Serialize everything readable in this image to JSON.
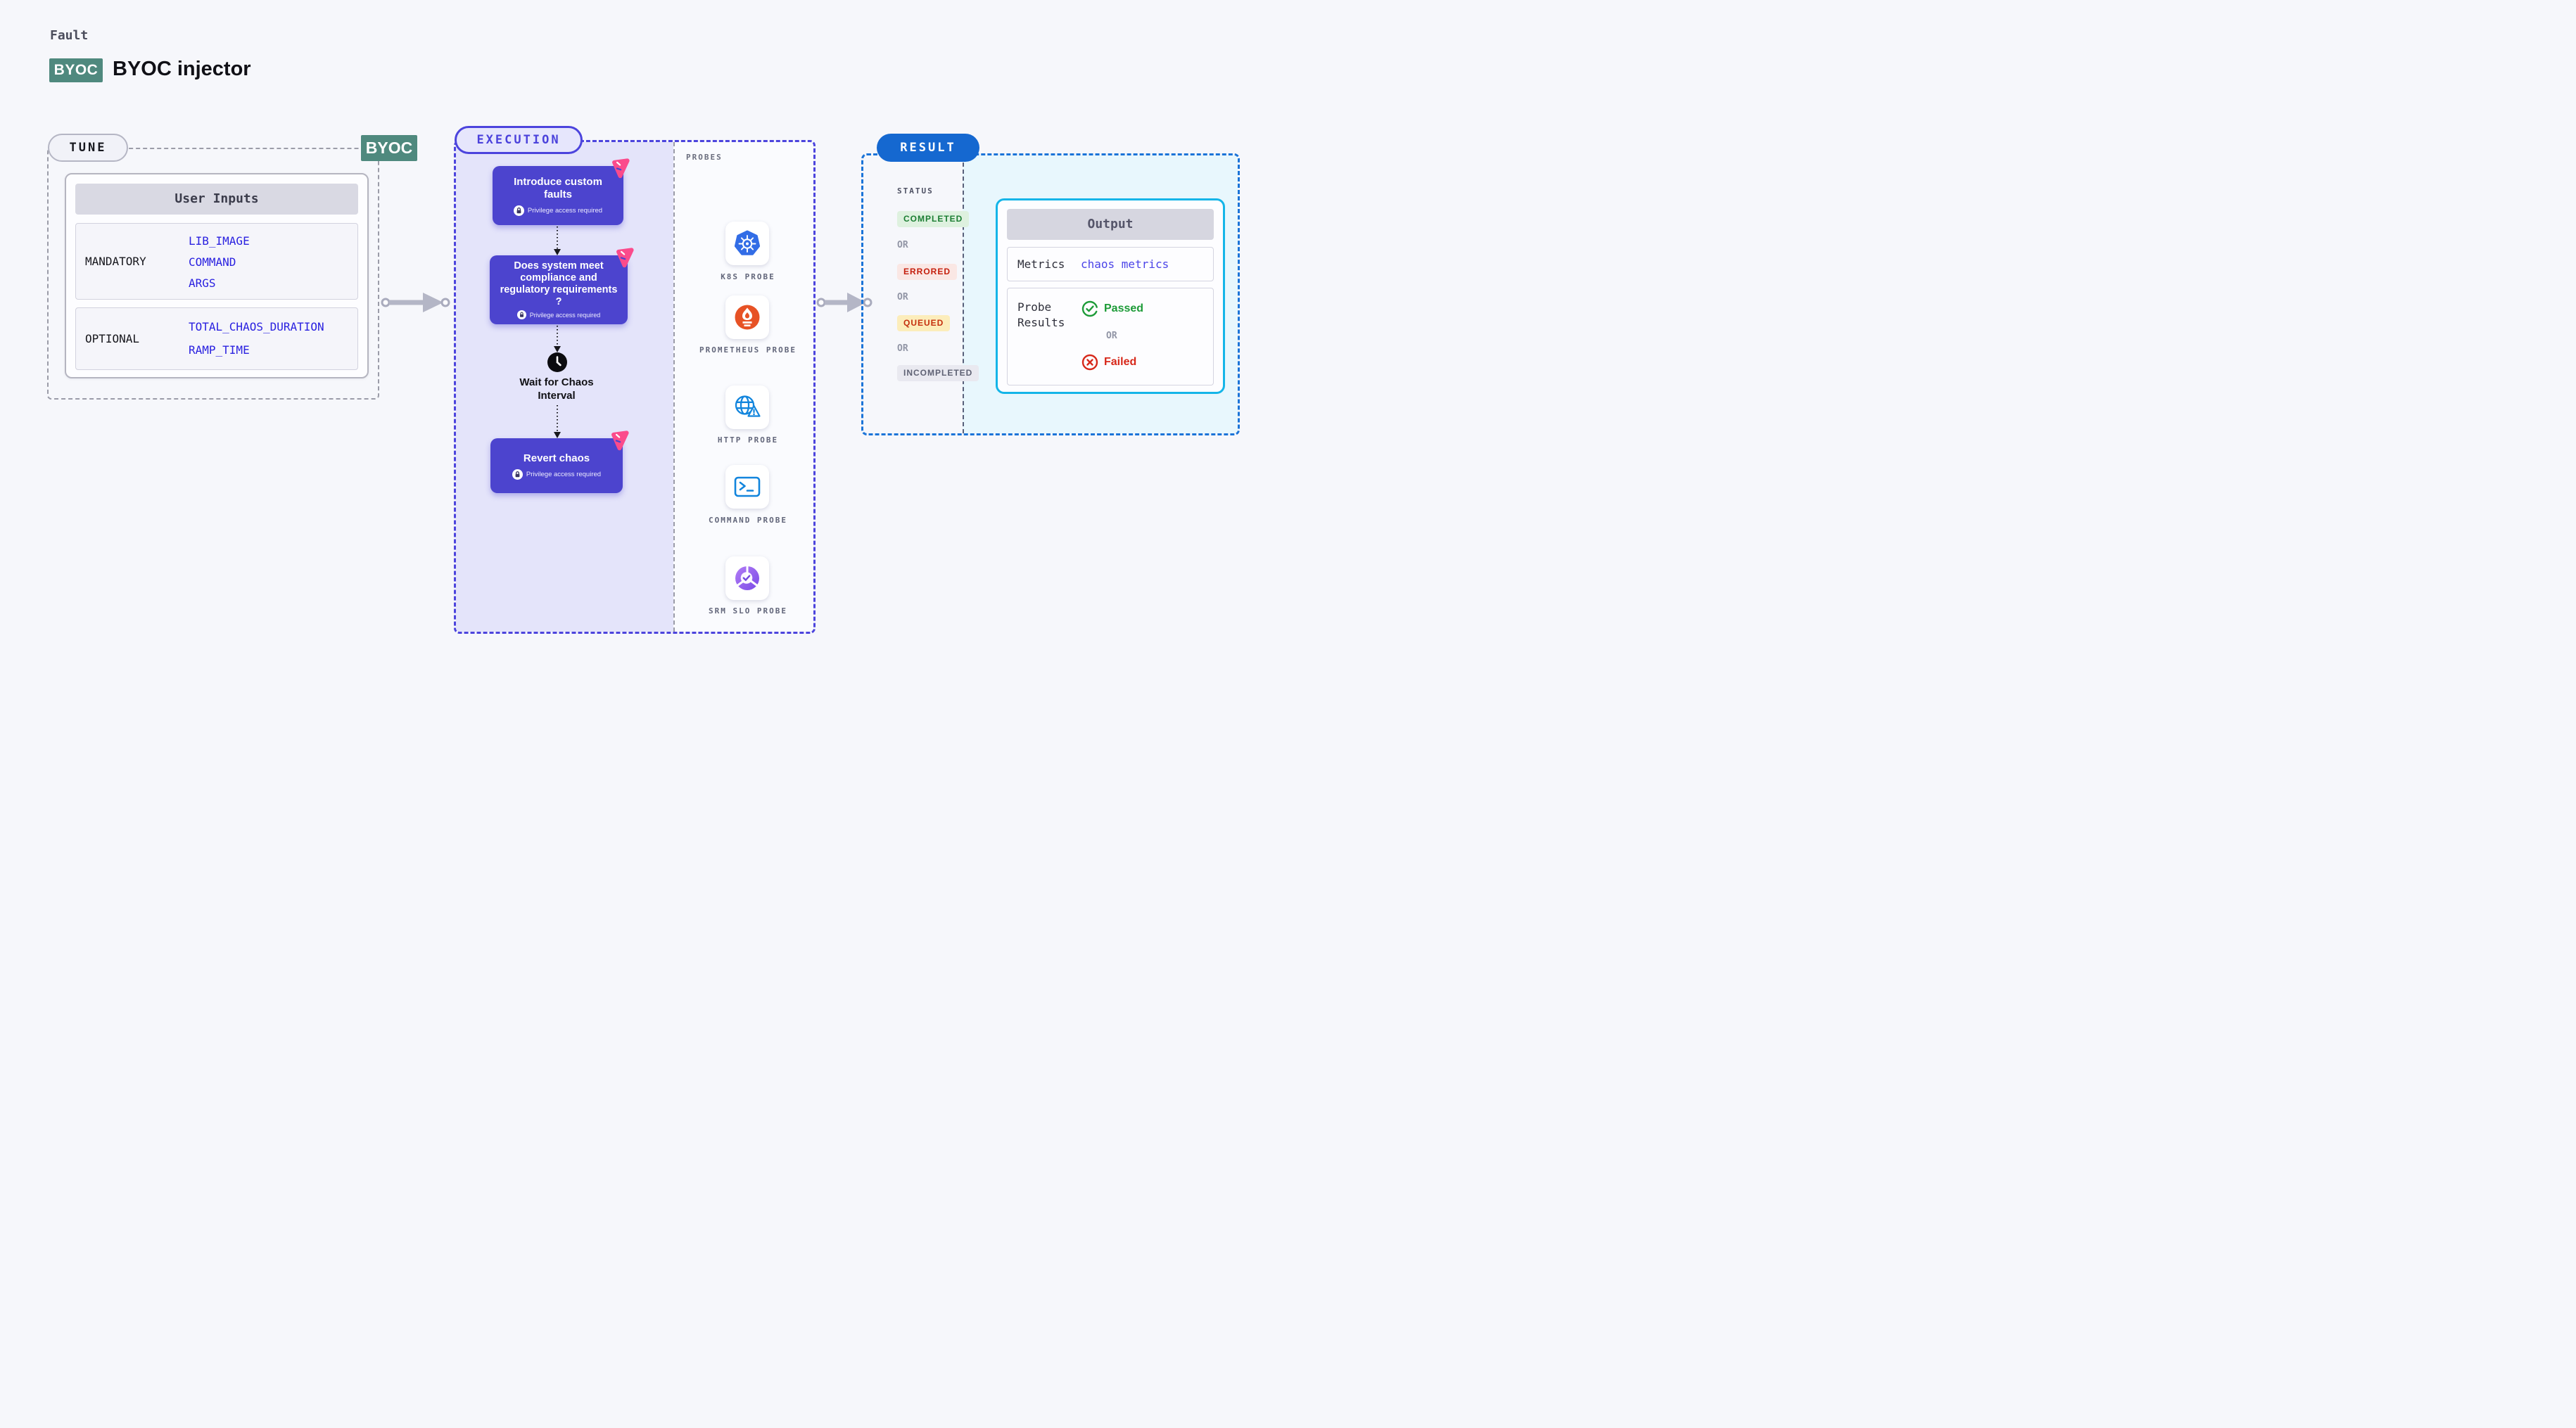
{
  "header": {
    "category_label": "Fault",
    "badge": "BYOC",
    "title": "BYOC injector"
  },
  "tune": {
    "label": "TUNE",
    "corner_badge": "BYOC",
    "card_title": "User Inputs",
    "rows": [
      {
        "label": "MANDATORY",
        "values": [
          "LIB_IMAGE",
          "COMMAND",
          "ARGS"
        ]
      },
      {
        "label": "OPTIONAL",
        "values": [
          "TOTAL_CHAOS_DURATION",
          "RAMP_TIME"
        ]
      }
    ]
  },
  "execution": {
    "label": "EXECUTION",
    "nodes": [
      {
        "title": "Introduce custom faults",
        "note": "Privilege access required"
      },
      {
        "title": "Does system meet compliance and regulatory requirements ?",
        "note": "Privilege access required"
      },
      {
        "title": "Revert chaos",
        "note": "Privilege access required"
      }
    ],
    "wait_step": {
      "title": "Wait for Chaos Interval"
    }
  },
  "probes": {
    "label": "PROBES",
    "items": [
      {
        "name": "K8S PROBE",
        "icon": "kubernetes-icon"
      },
      {
        "name": "PROMETHEUS PROBE",
        "icon": "prometheus-icon"
      },
      {
        "name": "HTTP PROBE",
        "icon": "http-globe-icon"
      },
      {
        "name": "COMMAND PROBE",
        "icon": "terminal-icon"
      },
      {
        "name": "SRM SLO PROBE",
        "icon": "slo-donut-icon"
      }
    ]
  },
  "result": {
    "label": "RESULT",
    "status_label": "STATUS",
    "or_label": "OR",
    "statuses": [
      {
        "label": "COMPLETED",
        "text_color": "#1b7d32",
        "bg_color": "#def1df"
      },
      {
        "label": "ERRORED",
        "text_color": "#c41e0c",
        "bg_color": "#fae7e4"
      },
      {
        "label": "QUEUED",
        "text_color": "#c52f0e",
        "bg_color": "#fcedbb"
      },
      {
        "label": "INCOMPLETED",
        "text_color": "#5f6274",
        "bg_color": "#e9e9f0"
      }
    ],
    "output": {
      "header": "Output",
      "metrics_label": "Metrics",
      "metrics_value": "chaos metrics",
      "probe_results_label": "Probe Results",
      "passed_label": "Passed",
      "failed_label": "Failed"
    }
  },
  "colors": {
    "page_bg": "#f6f7fb",
    "teal_badge": "#4f897e",
    "env_value_blue": "#2a21e0",
    "execution_indigo": "#4c44dd",
    "node_indigo": "#4c44ce",
    "litmus_pink": "#fb4b8c",
    "result_blue": "#1568d0",
    "cyan_border": "#14b5e8",
    "cyan_panel_bg": "#e8f7fd",
    "passed_green": "#1d9b38",
    "failed_red": "#d7281a",
    "kubernetes_blue": "#326de6",
    "prometheus_orange": "#e75225",
    "probe_icon_blue": "#1285dd",
    "srm_purple": "#7a4be6"
  }
}
